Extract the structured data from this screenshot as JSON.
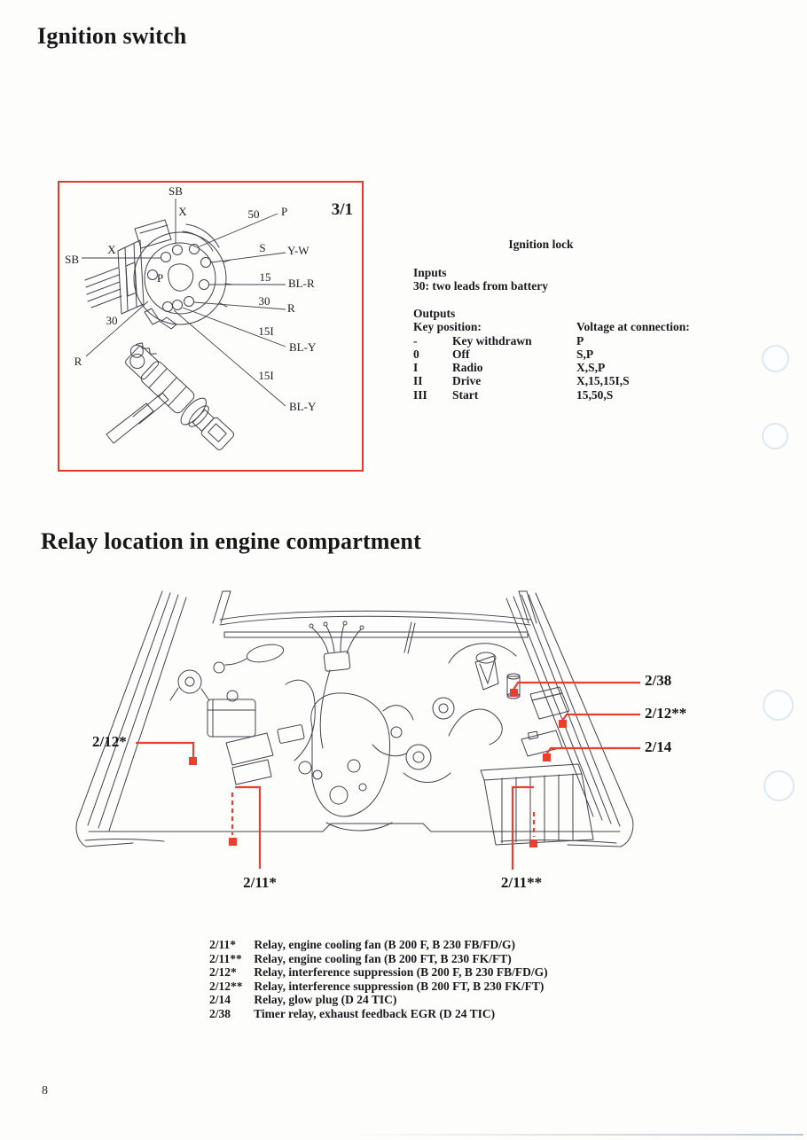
{
  "page": {
    "number": "8"
  },
  "ignition_section": {
    "title": "Ignition switch",
    "figure": {
      "fig_number": "3/1",
      "labels": {
        "sb_top": "SB",
        "x_top": "X",
        "n50": "50",
        "p_right": "P",
        "s": "S",
        "yw": "Y-W",
        "sb_left": "SB",
        "x_left": "X",
        "p_inner": "P",
        "n15": "15",
        "blr": "BL-R",
        "n30_right": "30",
        "r_right": "R",
        "n30_left": "30",
        "r_left": "R",
        "i15_a": "15I",
        "bly_a": "BL-Y",
        "i15_b": "15I",
        "bly_b": "BL-Y"
      }
    },
    "info": {
      "heading": "Ignition lock",
      "inputs_label": "Inputs",
      "inputs_line": "30: two leads from battery",
      "outputs_label": "Outputs",
      "col1_header": "Key position:",
      "col2_header": "Voltage at connection:",
      "rows": [
        {
          "pos": "-",
          "name": "Key withdrawn",
          "voltage": "P"
        },
        {
          "pos": "0",
          "name": "Off",
          "voltage": "S,P"
        },
        {
          "pos": "I",
          "name": "Radio",
          "voltage": "X,S,P"
        },
        {
          "pos": "II",
          "name": "Drive",
          "voltage": "X,15,15I,S"
        },
        {
          "pos": "III",
          "name": "Start",
          "voltage": "15,50,S"
        }
      ]
    }
  },
  "relay_section": {
    "title": "Relay location in engine compartment",
    "callouts": {
      "r238": "2/38",
      "r212b": "2/12**",
      "r214": "2/14",
      "r212a": "2/12*",
      "r211a": "2/11*",
      "r211b": "2/11**"
    },
    "legend": [
      {
        "code": "2/11*",
        "desc": "Relay, engine cooling fan (B 200 F, B 230 FB/FD/G)"
      },
      {
        "code": "2/11**",
        "desc": "Relay, engine cooling fan (B 200 FT, B 230 FK/FT)"
      },
      {
        "code": "2/12*",
        "desc": "Relay, interference suppression (B 200 F, B 230 FB/FD/G)"
      },
      {
        "code": "2/12**",
        "desc": "Relay, interference suppression (B 200 FT, B 230 FK/FT)"
      },
      {
        "code": "2/14",
        "desc": "Relay, glow plug (D 24 TIC)"
      },
      {
        "code": "2/38",
        "desc": "Timer relay, exhaust feedback EGR (D 24 TIC)"
      }
    ]
  },
  "colors": {
    "accent_red": "#e8402e",
    "line_art": "#41414b",
    "text": "#1a1a1e"
  }
}
